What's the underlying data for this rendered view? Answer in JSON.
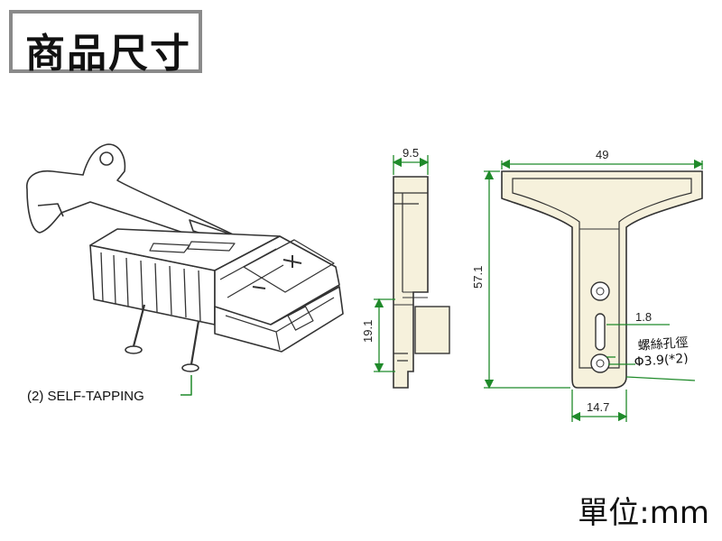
{
  "title": "商品尺寸",
  "units_label": "單位:mm",
  "screw_label": "(2) SELF-TAPPING",
  "side_view": {
    "width_dim": "9.5",
    "height_dim": "19.1"
  },
  "handle_view": {
    "width_dim": "49",
    "height_dim": "57.1",
    "slot_dim": "1.8",
    "hole_label": "螺絲孔徑",
    "hole_dim": "Φ3.9(*2)",
    "base_dim": "14.7"
  },
  "colors": {
    "dimension": "#1f8a2a",
    "outline": "#3a3a3a",
    "fill_light": "#f6f1dc"
  }
}
